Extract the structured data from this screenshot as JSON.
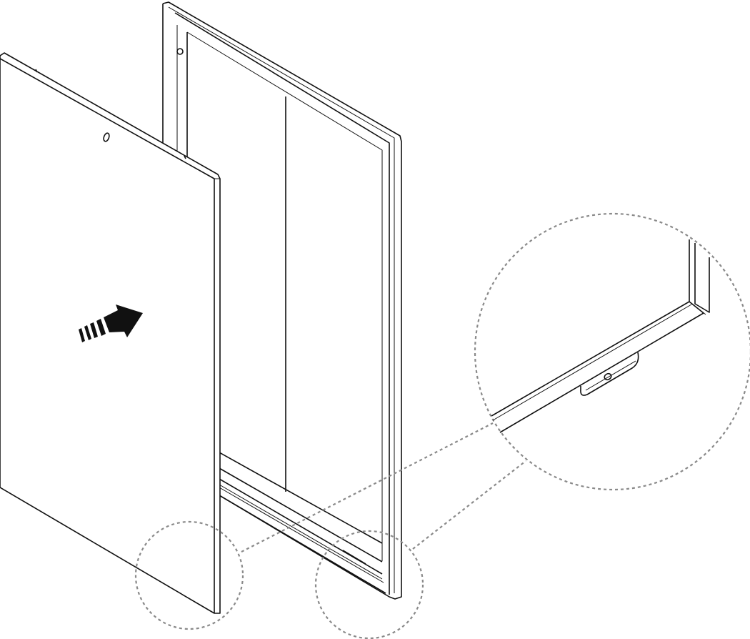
{
  "diagram": {
    "subject": "panel-into-frame-assembly",
    "colors": {
      "line": "#111111",
      "callout": "#8a8a8a",
      "background": "#ffffff"
    },
    "callouts": [
      "panel-bottom-corner",
      "frame-bottom-corner",
      "frame-corner-clip-detail"
    ],
    "direction_arrow": "insert-panel-into-frame"
  }
}
